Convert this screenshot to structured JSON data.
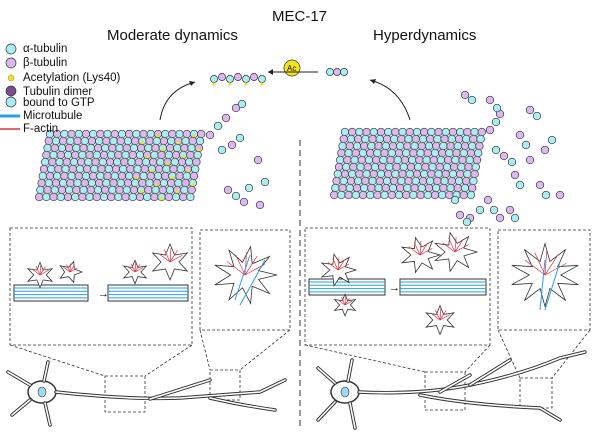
{
  "figure_title": "MEC-17",
  "panels": {
    "left_title": "Moderate dynamics",
    "right_title": "Hyperdynamics",
    "acetyl_badge": "Ac"
  },
  "legend": [
    {
      "label": "α-tubulin",
      "color": "#a8eef2"
    },
    {
      "label": "β-tubulin",
      "color": "#dcb8f0"
    },
    {
      "label": "Acetylation (Lys40)",
      "color": "#f2e21a"
    },
    {
      "label": "Tubulin dimer",
      "color": "#7a4f8c"
    },
    {
      "label": "bound to GTP",
      "color": "#a8eef2"
    },
    {
      "label": "Microtubule",
      "color": "#2aa0e0"
    },
    {
      "label": "F-actin",
      "color": "#e03040"
    }
  ]
}
